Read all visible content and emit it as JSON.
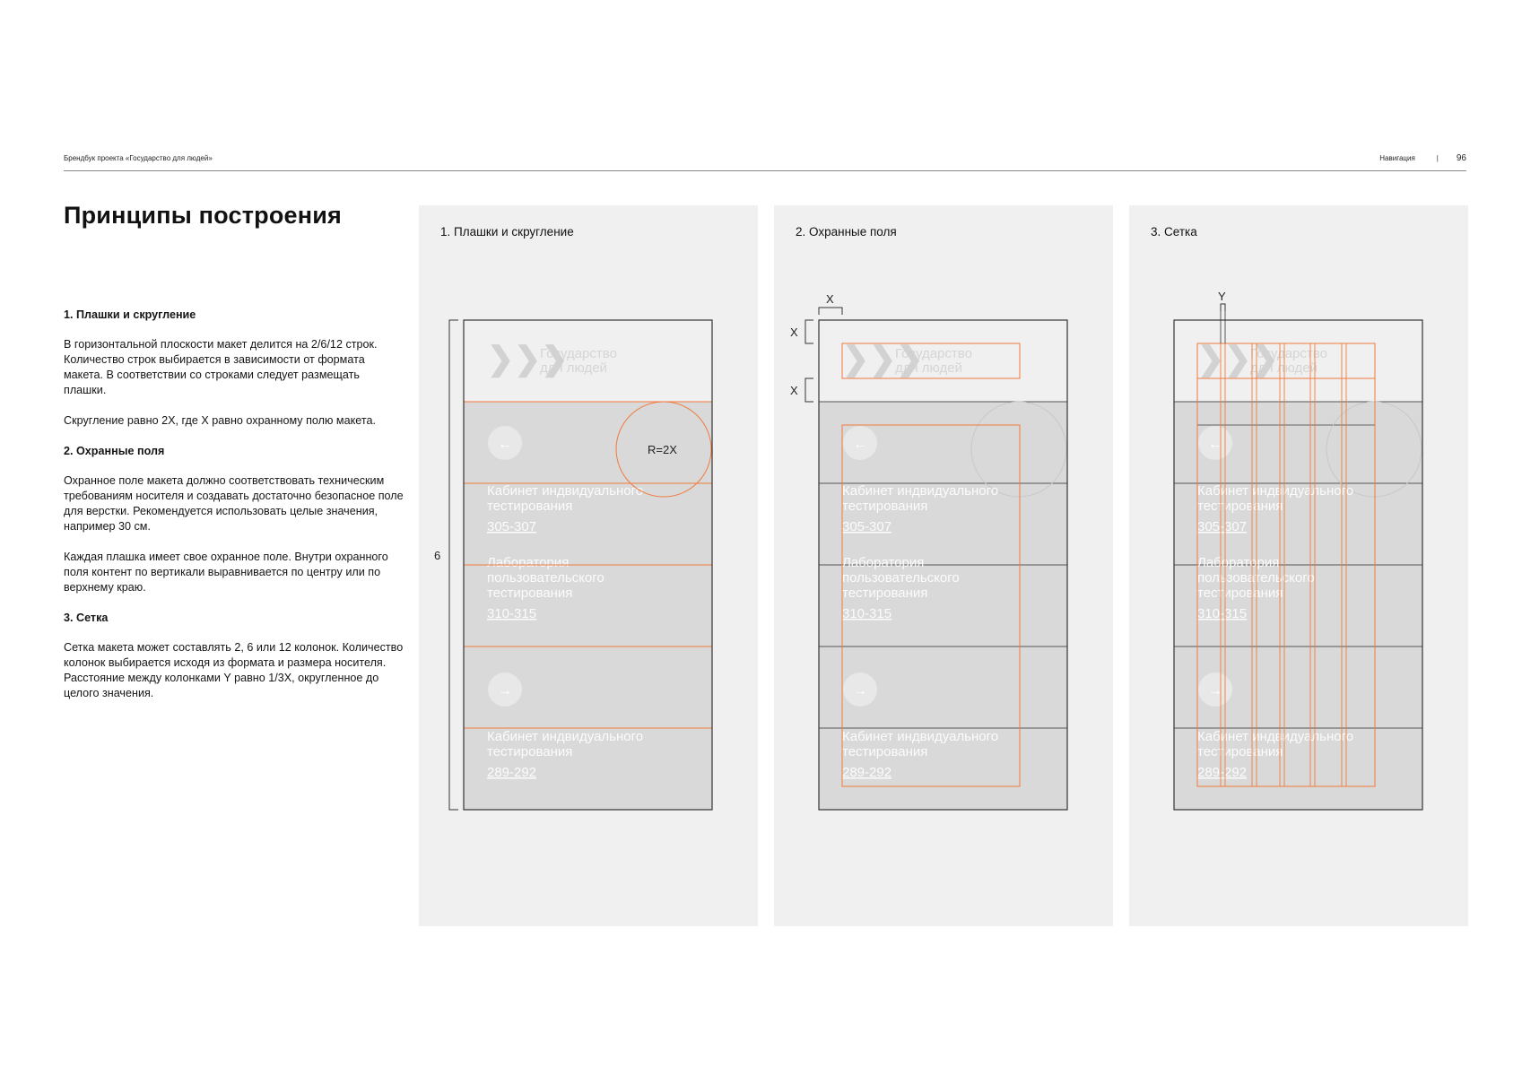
{
  "header": {
    "doc_title": "Брендбук проекта «Государство для людей»",
    "section": "Навигация",
    "separator": "|",
    "page_number": "96"
  },
  "page_title": "Принципы построения",
  "sections": [
    {
      "heading": "1. Плашки и скругление",
      "paragraphs": [
        "В горизонтальной плоскости макет делится на 2/6/12 строк. Количество строк выбирается в зависимости от формата макета. В соответствии со строками следует размещать плашки.",
        "Скругление равно 2X, где X равно охранному полю макета."
      ]
    },
    {
      "heading": "2. Охранные поля",
      "paragraphs": [
        "Охранное поле макета должно соответствовать техническим требованиям носителя и создавать достаточно безопасное поле для верстки. Рекомендуется использовать целые значения, например 30 см.",
        "Каждая плашка имеет свое охранное поле. Внутри охранного поля контент по вертикали выравнивается по центру или по верхнему краю."
      ]
    },
    {
      "heading": "3. Сетка",
      "paragraphs": [
        "Сетка макета может составлять 2, 6 или 12 колонок. Количество колонок выбирается исходя из формата и размера носителя. Расстояние между колонками Y равно 1/3X, округленное до целого значения."
      ]
    }
  ],
  "panels": [
    {
      "title": "1. Плашки и скругление"
    },
    {
      "title": "2. Охранные поля"
    },
    {
      "title": "3. Сетка"
    }
  ],
  "mockup": {
    "logo_line1": "Государство",
    "logo_line2": "для людей",
    "item1_line1": "Кабинет индвидуального",
    "item1_line2": "тестирования",
    "item1_range": "305-307",
    "item2_line1": "Лаборатория",
    "item2_line2": "пользовательского",
    "item2_line3": "тестирования",
    "item2_range": "310-315",
    "item3_line1": "Кабинет индвидуального",
    "item3_line2": "тестирования",
    "item3_range": "289-292",
    "arrow_left": "←",
    "arrow_right": "→"
  },
  "annotations": {
    "rows_count": "6",
    "radius": "R=2X",
    "margin_x": "X",
    "gutter_y": "Y"
  },
  "colors": {
    "accent": "#f07a3c",
    "panel_bg": "#f0f0f0",
    "mockup_bg": "#d9d9d9",
    "outline": "#333333"
  }
}
